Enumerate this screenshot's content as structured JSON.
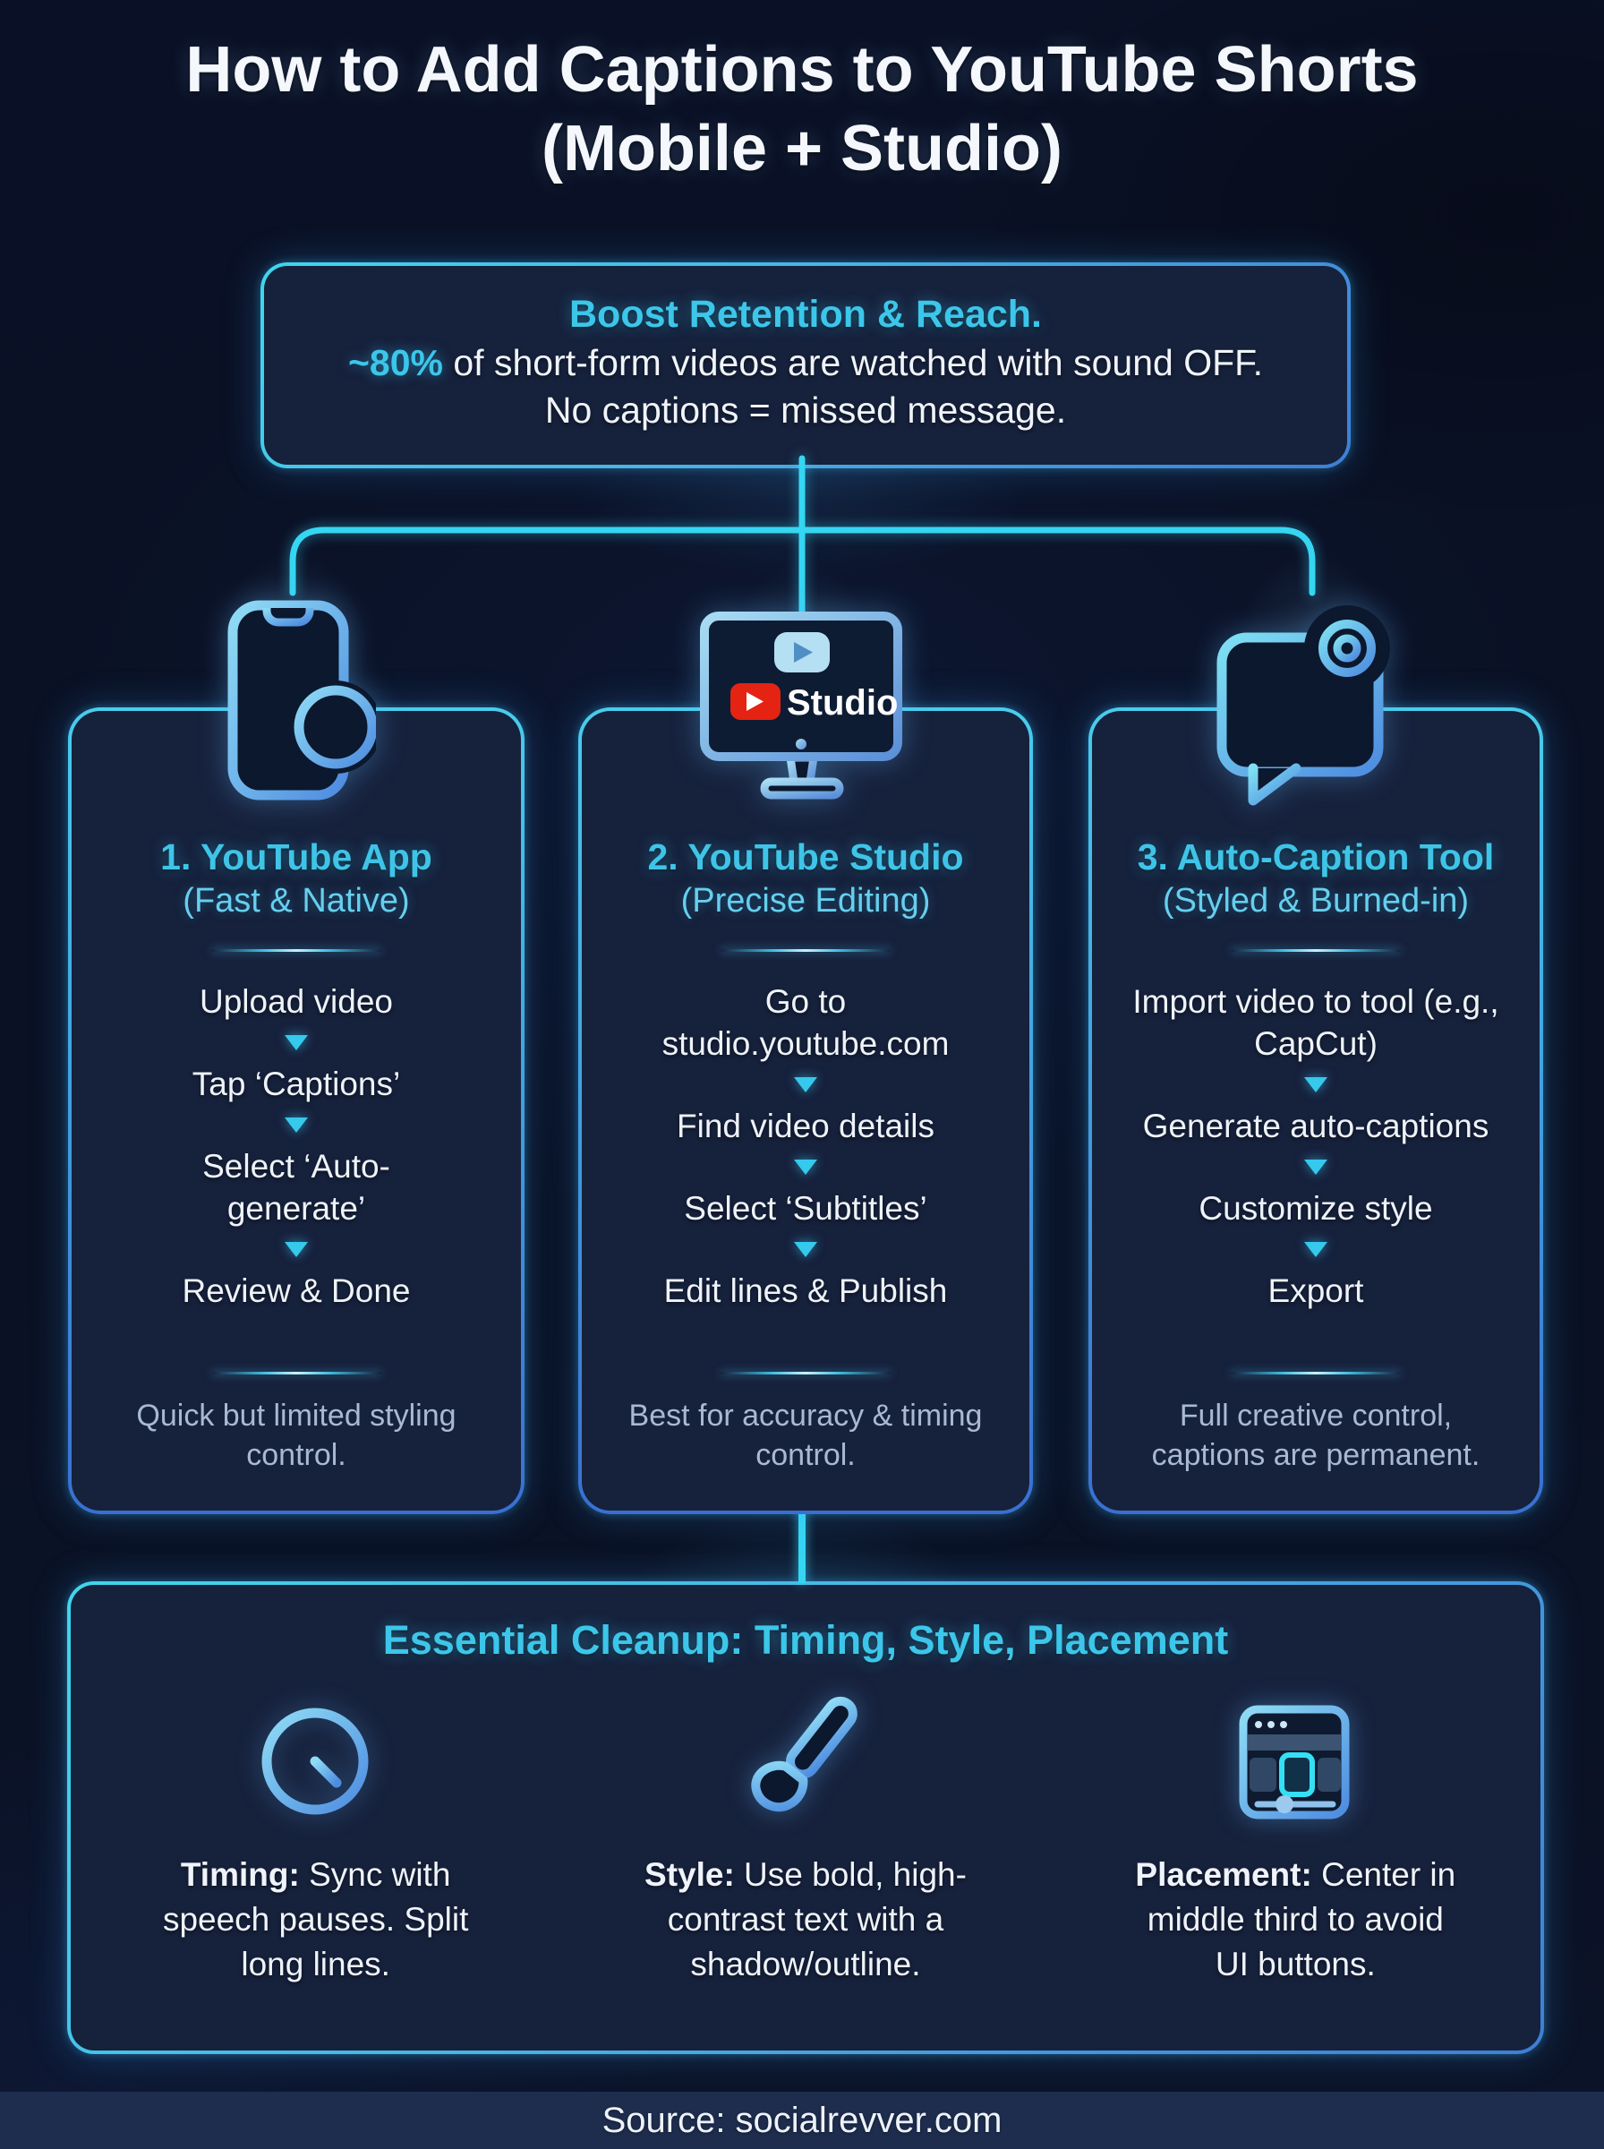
{
  "title": {
    "line1": "How to Add Captions to YouTube Shorts",
    "line2": "(Mobile + Studio)"
  },
  "intro": {
    "heading": "Boost Retention & Reach.",
    "stat_highlight": "~80%",
    "stat_text": " of short-form videos are watched with sound OFF.",
    "line2": "No captions = missed message."
  },
  "columns": [
    {
      "number_title": "1. YouTube App",
      "subtitle": "(Fast & Native)",
      "steps": [
        "Upload video",
        "Tap ‘Captions’",
        "Select ‘Auto-generate’",
        "Review & Done"
      ],
      "note": "Quick but limited styling control."
    },
    {
      "number_title": "2. YouTube Studio",
      "subtitle": "(Precise Editing)",
      "steps": [
        "Go to studio.youtube.com",
        "Find video details",
        "Select ‘Subtitles’",
        "Edit lines & Publish"
      ],
      "note": "Best for accuracy & timing control."
    },
    {
      "number_title": "3. Auto-Caption Tool",
      "subtitle": "(Styled & Burned-in)",
      "steps": [
        "Import video to tool (e.g., CapCut)",
        "Generate auto-captions",
        "Customize style",
        "Export"
      ],
      "note": "Full creative control, captions are permanent."
    }
  ],
  "studio": {
    "label": "Studio"
  },
  "cleanup": {
    "heading": "Essential Cleanup: Timing, Style, Placement",
    "items": [
      {
        "icon": "clock-icon",
        "label": "Timing:",
        "text": " Sync with speech pauses. Split long lines."
      },
      {
        "icon": "paintbrush-icon",
        "label": "Style:",
        "text": " Use bold, high-contrast text with a shadow/outline."
      },
      {
        "icon": "video-frame-icon",
        "label": "Placement:",
        "text": " Center in middle third to avoid UI buttons."
      }
    ]
  },
  "footer": {
    "source": "Source: socialrevver.com"
  },
  "icons": [
    "smartphone-plus-icon",
    "youtube-studio-monitor-icon",
    "chat-gear-icon",
    "clock-icon",
    "paintbrush-icon",
    "video-frame-icon",
    "down-arrow-icon"
  ],
  "colors": {
    "background": "#0a1126",
    "card_background": "#16213c",
    "accent_cyan": "#3cc6ea",
    "accent_blue": "#3e7fd6",
    "connector": "#35d6f2",
    "text_white": "#f0f4fa",
    "text_muted": "#a9b9d2",
    "youtube_red": "#e42313",
    "footer_bar": "#1e2d4e"
  }
}
